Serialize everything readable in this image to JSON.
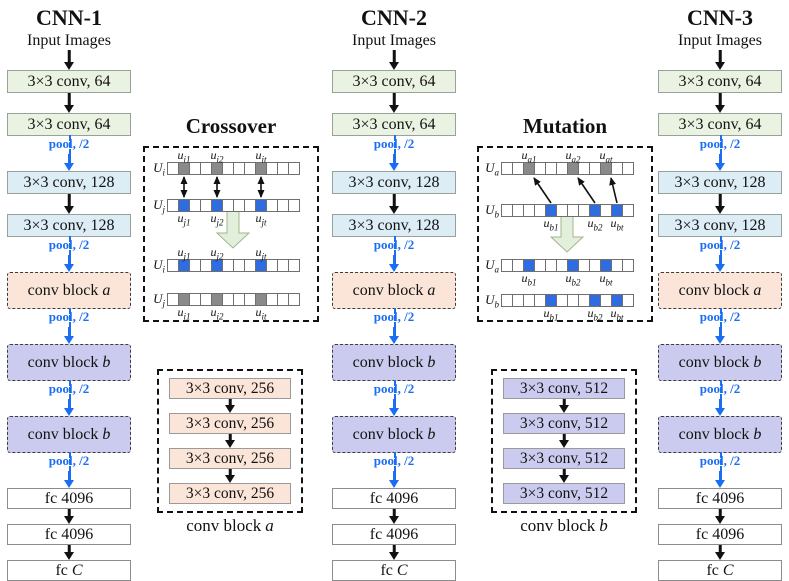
{
  "figure": {
    "cnn_columns": [
      {
        "title": "CNN-1",
        "input_label": "Input Images",
        "layers": [
          {
            "kind": "conv",
            "fill": "green",
            "text": "3×3 conv, 64"
          },
          {
            "kind": "conv",
            "fill": "green",
            "text": "3×3 conv, 64"
          },
          {
            "kind": "pool",
            "text": "pool,  /2"
          },
          {
            "kind": "conv",
            "fill": "blue",
            "text": "3×3 conv, 128"
          },
          {
            "kind": "conv",
            "fill": "blue",
            "text": "3×3 conv, 128"
          },
          {
            "kind": "pool",
            "text": "pool,  /2"
          },
          {
            "kind": "block",
            "fill": "peach",
            "text": "conv block",
            "italic_suffix": "a"
          },
          {
            "kind": "pool",
            "text": "pool,  /2"
          },
          {
            "kind": "block",
            "fill": "purple",
            "text": "conv block",
            "italic_suffix": "b"
          },
          {
            "kind": "pool",
            "text": "pool,  /2"
          },
          {
            "kind": "block",
            "fill": "purple",
            "text": "conv block",
            "italic_suffix": "b"
          },
          {
            "kind": "pool",
            "text": "pool,  /2"
          },
          {
            "kind": "fc",
            "text": "fc 4096"
          },
          {
            "kind": "fc",
            "text": "fc 4096"
          },
          {
            "kind": "fc",
            "text": "fc",
            "italic_suffix": "C"
          }
        ]
      },
      {
        "title": "CNN-2",
        "input_label": "Input Images",
        "layers": [
          {
            "kind": "conv",
            "fill": "green",
            "text": "3×3 conv, 64"
          },
          {
            "kind": "conv",
            "fill": "green",
            "text": "3×3 conv, 64"
          },
          {
            "kind": "pool",
            "text": "pool,  /2"
          },
          {
            "kind": "conv",
            "fill": "blue",
            "text": "3×3 conv, 128"
          },
          {
            "kind": "conv",
            "fill": "blue",
            "text": "3×3 conv, 128"
          },
          {
            "kind": "pool",
            "text": "pool,  /2"
          },
          {
            "kind": "block",
            "fill": "peach",
            "text": "conv block",
            "italic_suffix": "a"
          },
          {
            "kind": "pool",
            "text": "pool,  /2"
          },
          {
            "kind": "block",
            "fill": "purple",
            "text": "conv block",
            "italic_suffix": "b"
          },
          {
            "kind": "pool",
            "text": "pool,  /2"
          },
          {
            "kind": "block",
            "fill": "purple",
            "text": "conv block",
            "italic_suffix": "b"
          },
          {
            "kind": "pool",
            "text": "pool,  /2"
          },
          {
            "kind": "fc",
            "text": "fc 4096"
          },
          {
            "kind": "fc",
            "text": "fc 4096"
          },
          {
            "kind": "fc",
            "text": "fc",
            "italic_suffix": "C"
          }
        ]
      },
      {
        "title": "CNN-3",
        "input_label": "Input Images",
        "layers": [
          {
            "kind": "conv",
            "fill": "green",
            "text": "3×3 conv, 64"
          },
          {
            "kind": "conv",
            "fill": "green",
            "text": "3×3 conv, 64"
          },
          {
            "kind": "pool",
            "text": "pool,  /2"
          },
          {
            "kind": "conv",
            "fill": "blue",
            "text": "3×3 conv, 128"
          },
          {
            "kind": "conv",
            "fill": "blue",
            "text": "3×3 conv, 128"
          },
          {
            "kind": "pool",
            "text": "pool,  /2"
          },
          {
            "kind": "block",
            "fill": "peach",
            "text": "conv block",
            "italic_suffix": "a"
          },
          {
            "kind": "pool",
            "text": "pool,  /2"
          },
          {
            "kind": "block",
            "fill": "purple",
            "text": "conv block",
            "italic_suffix": "b"
          },
          {
            "kind": "pool",
            "text": "pool,  /2"
          },
          {
            "kind": "block",
            "fill": "purple",
            "text": "conv block",
            "italic_suffix": "b"
          },
          {
            "kind": "pool",
            "text": "pool,  /2"
          },
          {
            "kind": "fc",
            "text": "fc 4096"
          },
          {
            "kind": "fc",
            "text": "fc 4096"
          },
          {
            "kind": "fc",
            "text": "fc",
            "italic_suffix": "C"
          }
        ]
      }
    ],
    "crossover": {
      "title": "Crossover",
      "rows": [
        {
          "name": {
            "base": "U",
            "sub": "i"
          },
          "cells": 12,
          "highlight": "gray",
          "positions": [
            1,
            4,
            8
          ],
          "labels": [
            {
              "base": "u",
              "sub": "i1"
            },
            {
              "base": "u",
              "sub": "i2"
            },
            {
              "base": "u",
              "sub": "it"
            }
          ],
          "label_side": "above"
        },
        {
          "name": {
            "base": "U",
            "sub": "j"
          },
          "cells": 12,
          "highlight": "blue",
          "positions": [
            1,
            4,
            8
          ],
          "labels": [
            {
              "base": "u",
              "sub": "j1"
            },
            {
              "base": "u",
              "sub": "j2"
            },
            {
              "base": "u",
              "sub": "jt"
            }
          ],
          "label_side": "below"
        },
        {
          "name": {
            "base": "U",
            "sub": "i"
          },
          "cells": 12,
          "highlight": "blue",
          "positions": [
            1,
            4,
            8
          ],
          "labels": [
            {
              "base": "u",
              "sub": "j1"
            },
            {
              "base": "u",
              "sub": "j2"
            },
            {
              "base": "u",
              "sub": "jt"
            }
          ],
          "label_side": "above"
        },
        {
          "name": {
            "base": "U",
            "sub": "j"
          },
          "cells": 12,
          "highlight": "gray",
          "positions": [
            1,
            4,
            8
          ],
          "labels": [
            {
              "base": "u",
              "sub": "i1"
            },
            {
              "base": "u",
              "sub": "i2"
            },
            {
              "base": "u",
              "sub": "it"
            }
          ],
          "label_side": "below"
        }
      ]
    },
    "mutation": {
      "title": "Mutation",
      "rows": [
        {
          "name": {
            "base": "U",
            "sub": "a"
          },
          "cells": 12,
          "highlight": "gray",
          "positions": [
            2,
            6,
            9
          ],
          "labels": [
            {
              "base": "u",
              "sub": "a1"
            },
            {
              "base": "u",
              "sub": "a2"
            },
            {
              "base": "u",
              "sub": "at"
            }
          ],
          "label_side": "above"
        },
        {
          "name": {
            "base": "U",
            "sub": "b"
          },
          "cells": 12,
          "highlight": "blue",
          "positions": [
            4,
            8,
            10
          ],
          "labels": [
            {
              "base": "u",
              "sub": "b1"
            },
            {
              "base": "u",
              "sub": "b2"
            },
            {
              "base": "u",
              "sub": "bt"
            }
          ],
          "label_side": "below"
        },
        {
          "name": {
            "base": "U",
            "sub": "a"
          },
          "cells": 12,
          "highlight": "blue",
          "positions": [
            2,
            6,
            9
          ],
          "labels": [
            {
              "base": "u",
              "sub": "b1"
            },
            {
              "base": "u",
              "sub": "b2"
            },
            {
              "base": "u",
              "sub": "bt"
            }
          ],
          "label_side": "below"
        },
        {
          "name": {
            "base": "U",
            "sub": "b"
          },
          "cells": 12,
          "highlight": "blue",
          "positions": [
            4,
            8,
            10
          ],
          "labels": [
            {
              "base": "u",
              "sub": "b1"
            },
            {
              "base": "u",
              "sub": "b2"
            },
            {
              "base": "u",
              "sub": "bt"
            }
          ],
          "label_side": "below"
        }
      ]
    },
    "block_details": [
      {
        "caption": {
          "text": "conv block",
          "italic_suffix": "a"
        },
        "fill": "peach",
        "layers": [
          {
            "text": "3×3 conv, 256"
          },
          {
            "text": "3×3 conv, 256"
          },
          {
            "text": "3×3 conv, 256"
          },
          {
            "text": "3×3 conv, 256"
          }
        ]
      },
      {
        "caption": {
          "text": "conv block",
          "italic_suffix": "b"
        },
        "fill": "purple",
        "layers": [
          {
            "text": "3×3 conv, 512"
          },
          {
            "text": "3×3 conv, 512"
          },
          {
            "text": "3×3 conv, 512"
          },
          {
            "text": "3×3 conv, 512"
          }
        ]
      }
    ],
    "colors": {
      "conv64_fill": "#eaf3e2",
      "conv128_fill": "#dcedf6",
      "block_a_fill": "#fbe5d8",
      "block_b_fill": "#cbcbef",
      "pool_blue": "#1b6ef3",
      "cell_blue": "#2e6ce0",
      "cell_gray": "#8a8a8a",
      "green_arrow_fill": "#e2efda",
      "green_arrow_stroke": "#a3b48c",
      "arrow_black": "#111111"
    }
  }
}
